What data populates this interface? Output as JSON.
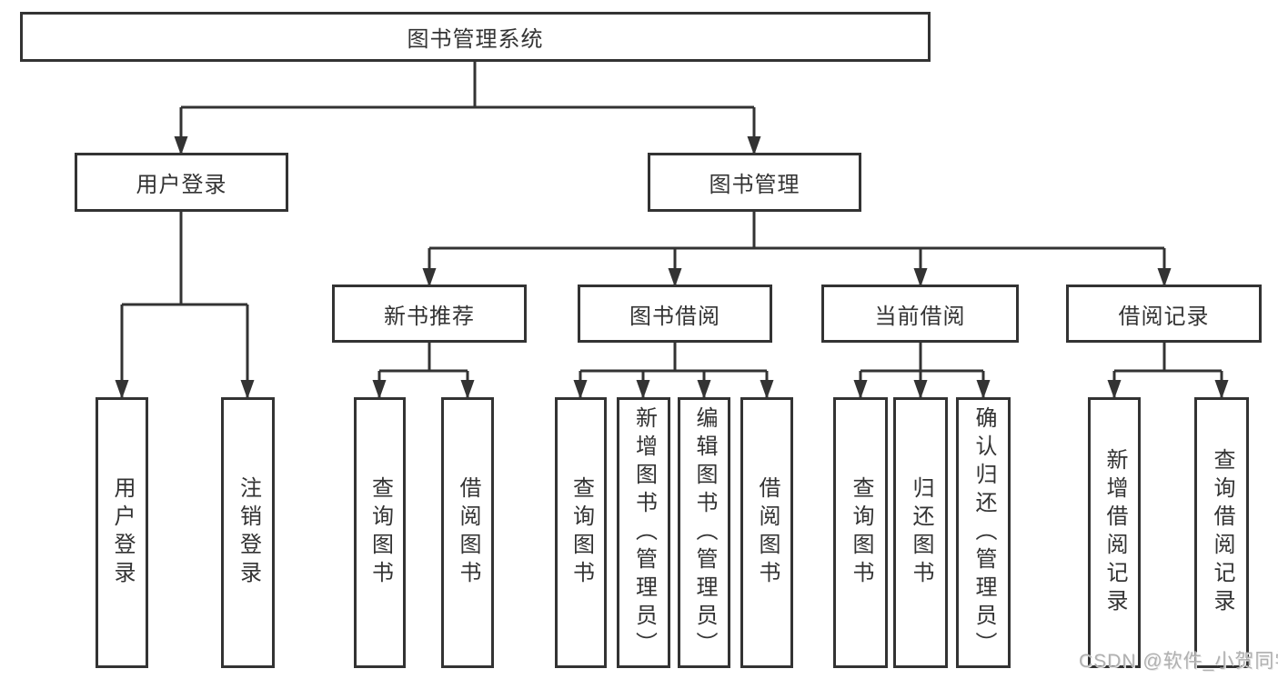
{
  "diagram_title": "图书管理系统",
  "tree": {
    "root": {
      "label": "图书管理系统",
      "children": [
        {
          "label": "用户登录",
          "children": [
            {
              "label": "用户登录"
            },
            {
              "label": "注销登录"
            }
          ]
        },
        {
          "label": "图书管理",
          "children": [
            {
              "label": "新书推荐",
              "children": [
                {
                  "label": "查询图书"
                },
                {
                  "label": "借阅图书"
                }
              ]
            },
            {
              "label": "图书借阅",
              "children": [
                {
                  "label": "查询图书"
                },
                {
                  "label": "新增图书（管理员）"
                },
                {
                  "label": "编辑图书（管理员）"
                },
                {
                  "label": "借阅图书"
                }
              ]
            },
            {
              "label": "当前借阅",
              "children": [
                {
                  "label": "查询图书"
                },
                {
                  "label": "归还图书"
                },
                {
                  "label": "确认归还（管理员）"
                }
              ]
            },
            {
              "label": "借阅记录",
              "children": [
                {
                  "label": "新增借阅记录"
                },
                {
                  "label": "查询借阅记录"
                }
              ]
            }
          ]
        }
      ]
    }
  },
  "watermark": "CSDN @软件_小贺同学",
  "colors": {
    "line": "#333333",
    "text": "#333333",
    "box_background": "#ffffff",
    "watermark": "#b0b0b0"
  }
}
